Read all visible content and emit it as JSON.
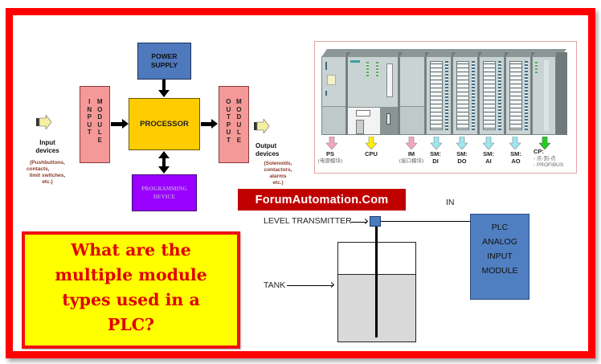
{
  "colors": {
    "frame": "#ff0000",
    "power_supply": "#4f79bd",
    "processor": "#ffcc00",
    "module": "#f59898",
    "programming_device": "#9900ff",
    "banner": "#c00000",
    "title_bg": "#ffff00",
    "title_text": "#e00000",
    "plc_module": "#4f7fc1",
    "tank_fill": "#d9d9d9"
  },
  "block_diagram": {
    "power_supply": [
      "POWER",
      "SUPPLY"
    ],
    "processor": "PROCESSOR",
    "input_module": {
      "left": [
        "I",
        "N",
        "P",
        "U",
        "T"
      ],
      "right": [
        "M",
        "O",
        "D",
        "U",
        "L",
        "E"
      ]
    },
    "output_module": {
      "left": [
        "O",
        "U",
        "T",
        "P",
        "U",
        "T"
      ],
      "right": [
        "M",
        "O",
        "D",
        "U",
        "L",
        "E"
      ]
    },
    "programming_device": [
      "PROGRAMMING",
      "DEVICE"
    ],
    "input_devices": {
      "label": [
        "Input",
        "devices"
      ],
      "examples": [
        "(Pushbuttons,",
        "contacts,",
        "limit switches,",
        "etc.)"
      ]
    },
    "output_devices": {
      "label": [
        "Output",
        "devices"
      ],
      "examples": [
        "(Solenoids,",
        "contactors,",
        "alarms",
        "etc.)"
      ]
    }
  },
  "rack": {
    "modules": [
      {
        "label": "PS",
        "sub": "(电源模块)",
        "arrow": "#f3a6c0"
      },
      {
        "label": "CPU",
        "sub": "",
        "arrow": "#ffee00"
      },
      {
        "label": "IM",
        "sub": "(接口模块)",
        "arrow": "#f3a6c0"
      },
      {
        "label": "SM:",
        "sub2": "DI",
        "arrow": "#9fe6f0"
      },
      {
        "label": "SM:",
        "sub2": "DO",
        "arrow": "#9fe6f0"
      },
      {
        "label": "SM:",
        "sub2": "AI",
        "arrow": "#9fe6f0"
      },
      {
        "label": "SM:",
        "sub2": "AO",
        "arrow": "#9fe6f0"
      },
      {
        "label": "CP:",
        "sub": "- 点-到-点",
        "sub3": "- PROFIBUS",
        "arrow": "#22cc22"
      }
    ]
  },
  "banner": {
    "text": "ForumAutomation.Com"
  },
  "title": {
    "lines": [
      "What are the",
      "multiple module",
      "types used in a",
      "PLC?"
    ]
  },
  "level_diagram": {
    "level_transmitter_label": "LEVEL TRANSMITTER",
    "tank_label": "TANK",
    "in_label": "IN",
    "plc_module": [
      "PLC",
      "ANALOG",
      "INPUT",
      "MODULE"
    ]
  }
}
